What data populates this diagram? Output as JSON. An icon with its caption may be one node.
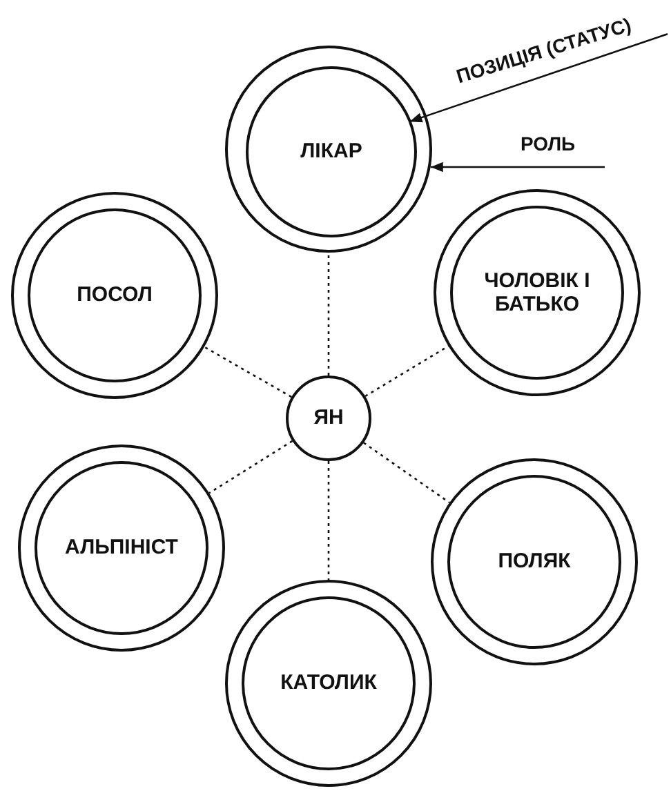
{
  "diagram": {
    "nodes": [
      {
        "text": [],
        "shape": "circle"
      },
      {
        "text": [
          "ЛІКАР"
        ],
        "in": 0
      },
      {
        "text": [
          "ПОЗИЦІЯ (СТАТУС)"
        ]
      },
      {
        "text": [
          "РОЛЬ"
        ]
      },
      {
        "text": [
          "ПОСОЛ"
        ]
      },
      {
        "text": [
          "ЧОЛОВІК І БАТЬКО"
        ]
      },
      {
        "text": [
          "ЯН"
        ]
      },
      {
        "text": [
          "АЛЬПІНІСТ"
        ]
      },
      {
        "text": [
          "ПОЛЯК"
        ]
      },
      {
        "text": [
          "КАТОЛИК"
        ]
      }
    ],
    "edges": [
      {
        "from": 2,
        "to": 1,
        "arrow": "to"
      },
      {
        "from": 3,
        "to": 0,
        "arrow": "to"
      },
      {
        "from": 6,
        "to": 0,
        "arrow": "none",
        "style": "dashed"
      },
      {
        "from": 6,
        "to": 4,
        "arrow": "none",
        "style": "dashed"
      },
      {
        "from": 6,
        "to": 5,
        "arrow": "none",
        "style": "dashed"
      },
      {
        "from": 6,
        "to": 7,
        "arrow": "none",
        "style": "dashed"
      },
      {
        "from": 6,
        "to": 8,
        "arrow": "none",
        "style": "dashed"
      },
      {
        "from": 6,
        "to": 9,
        "arrow": "none",
        "style": "dashed"
      }
    ]
  }
}
